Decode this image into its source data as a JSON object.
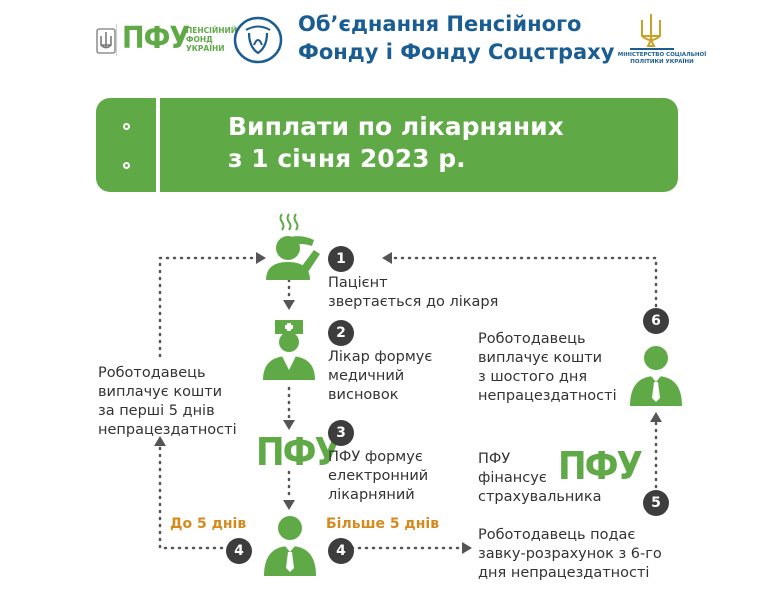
{
  "header": {
    "pfu_logo": "ПФУ",
    "pfu_sub": "ПЕНСІЙНИЙ ФОНД УКРАЇНИ",
    "title_line1": "Об’єднання Пенсійного",
    "title_line2": "Фонду і Фонду Соцстраху",
    "ministry": "МІНІСТЕРСТВО СОЦІАЛЬНОЇ ПОЛІТИКИ УКРАЇНИ"
  },
  "banner": {
    "line1": "Виплати по лікарняних",
    "line2": "з 1 січня 2023 р."
  },
  "steps": {
    "s1": {
      "num": "1",
      "line1": "Пацієнт",
      "line2": "звертається до лікаря"
    },
    "s2": {
      "num": "2",
      "line1": "Лікар формує",
      "line2": "медичний",
      "line3": "висновок"
    },
    "s3": {
      "num": "3",
      "line1": "ПФУ формує",
      "line2": "електронний",
      "line3": "лікарняний"
    },
    "s4a": {
      "num": "4",
      "label": "До 5 днів"
    },
    "s4b": {
      "num": "4",
      "label": "Більше 5 днів"
    },
    "s5": {
      "num": "5",
      "line1": "Роботодавець подає",
      "line2": "завку-розрахунок з 6-го",
      "line3": "дня непрацездатності"
    },
    "s5pfu": {
      "line1": "ПФУ",
      "line2": "фінансує",
      "line3": "страхувальника",
      "logo": "ПФУ"
    },
    "s6": {
      "num": "6",
      "line1": "Роботодавець",
      "line2": "виплачує кошти",
      "line3": "з шостого дня",
      "line4": "непрацездатності"
    },
    "left": {
      "line1": "Роботодавець",
      "line2": "виплачує кошти",
      "line3": "за перші 5 днів",
      "line4": "непрацездатності"
    },
    "pfu_mid_logo": "ПФУ"
  },
  "colors": {
    "green": "#5faa47",
    "blue": "#1a5d93",
    "orange": "#d68a1e",
    "badge": "#3d3d3d"
  },
  "icons": [
    "ukraine-trident-icon",
    "social-insurance-fund-icon",
    "ministry-emblem-icon",
    "sick-patient-icon",
    "doctor-icon",
    "employee-icon",
    "employer-icon"
  ]
}
